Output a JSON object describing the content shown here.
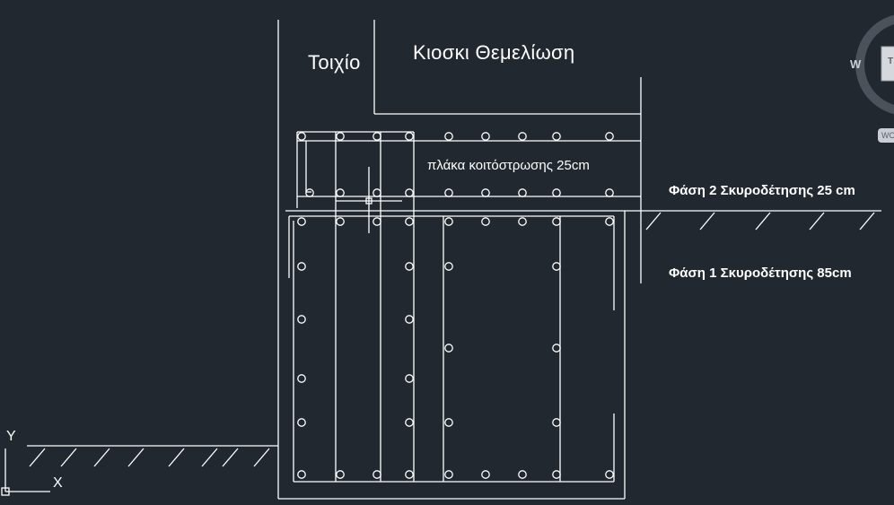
{
  "labels": {
    "wall": "Τοιχίο",
    "kiosk": "Κιοσκι Θεμελίωση",
    "slab": "πλάκα κοιτόστρωσης  25cm",
    "phase2": "Φάση 2 Σκυροδέτησης 25 cm",
    "phase1": "Φάση 1 Σκυροδέτησης 85cm"
  },
  "viewcube": {
    "west_letter": "W",
    "top_face_letter": "T",
    "wcs_badge": "WC"
  },
  "ucs": {
    "x_label": "X",
    "y_label": "Y"
  },
  "colors": {
    "background": "#212830",
    "linework": "#ffffff"
  }
}
